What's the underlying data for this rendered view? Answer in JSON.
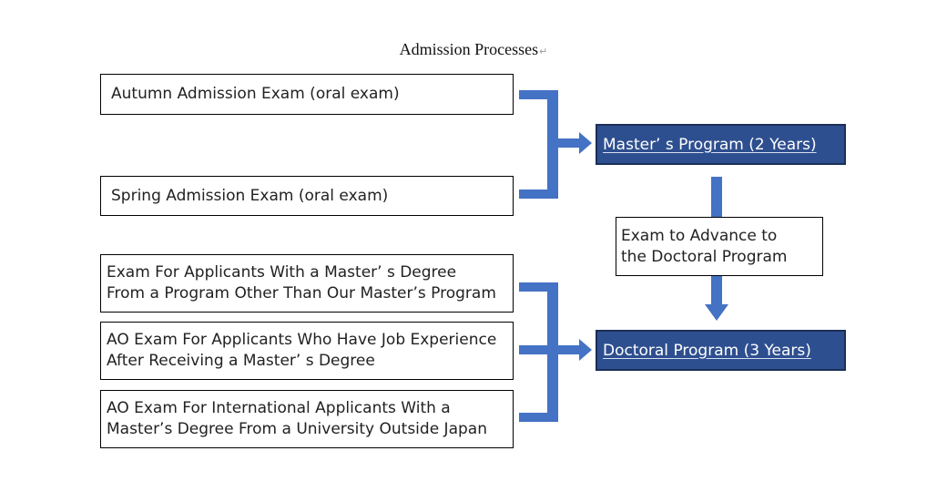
{
  "title": "Admission Processes",
  "return_mark": "↵",
  "masters_exams": [
    {
      "label": "Autumn Admission Exam (oral exam)"
    },
    {
      "label": "Spring Admission Exam (oral exam)"
    }
  ],
  "doctoral_exams": [
    {
      "line1": "Exam For Applicants With a Master’ s Degree",
      "line2": "From a Program Other Than Our Master’s Program"
    },
    {
      "line1": "AO Exam For Applicants Who Have Job Experience",
      "line2": "After Receiving a Master’ s Degree"
    },
    {
      "line1": "AO Exam For International Applicants With a",
      "line2": "Master’s Degree From a University Outside Japan"
    }
  ],
  "programs": {
    "masters": "Master’ s Program (2 Years)",
    "doctoral": "Doctoral Program (3 Years)"
  },
  "advance_exam": {
    "line1": "Exam to Advance to",
    "line2": "the Doctoral Program"
  },
  "colors": {
    "arrow": "#4472c4",
    "program_fill": "#2e4f8f",
    "program_border": "#1b2f57"
  }
}
